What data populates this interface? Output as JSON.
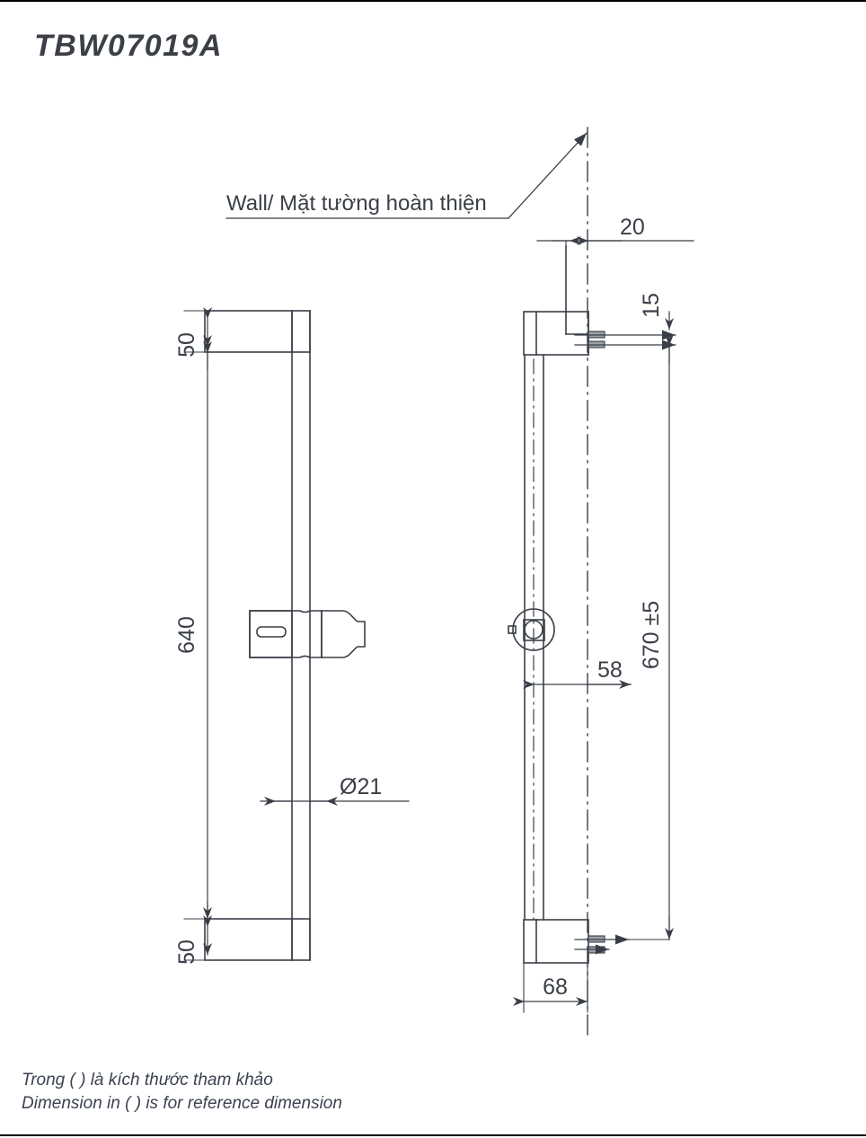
{
  "sheet": {
    "title": "TBW07019A",
    "footnotes": [
      "Trong ( ) là kích thước tham khảo",
      "Dimension in ( ) is for reference dimension"
    ],
    "line_color": "#3a3f47",
    "text_color": "#3b4250"
  },
  "labels": {
    "wall": "Wall/ Mặt tường hoàn thiện"
  },
  "dimensions": {
    "front_top_50": "50",
    "front_middle_640": "640",
    "front_bottom_50": "50",
    "front_diameter": "Ø21",
    "side_top_20": "20",
    "side_top_15": "15",
    "side_offset_58": "58",
    "side_total_670": "670 ±5",
    "side_bottom_68": "68"
  }
}
